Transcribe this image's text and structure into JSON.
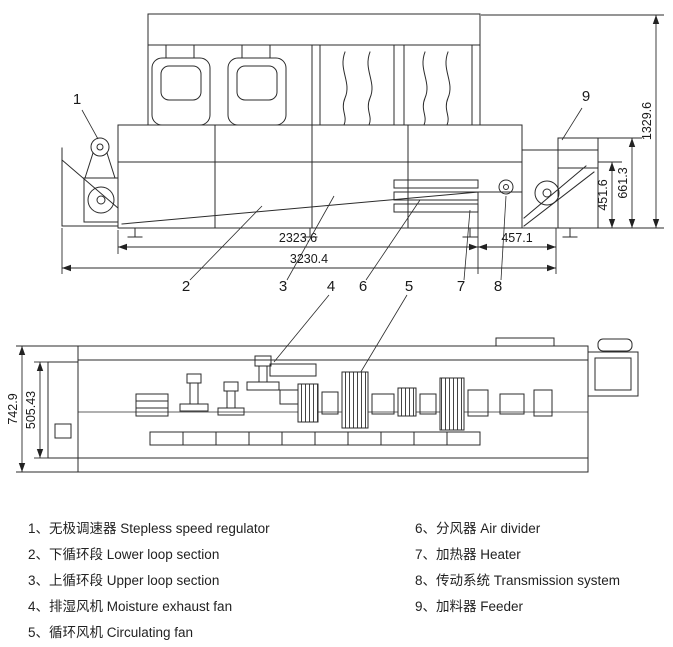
{
  "dimensions": {
    "inner_width": "2323.6",
    "total_width": "3230.4",
    "feeder_width": "457.1",
    "total_height": "1329.6",
    "mid_height": "661.3",
    "belt_height": "451.6",
    "plan_total_depth": "742.9",
    "plan_inner_depth": "505.43"
  },
  "callouts": {
    "c1": "1",
    "c2": "2",
    "c3": "3",
    "c4": "4",
    "c5": "5",
    "c6": "6",
    "c7": "7",
    "c8": "8",
    "c9": "9"
  },
  "legend": {
    "left": [
      "1、无极调速器 Stepless speed regulator",
      "2、下循环段 Lower loop section",
      "3、上循环段 Upper loop section",
      "4、排湿风机 Moisture exhaust fan",
      "5、循环风机 Circulating fan"
    ],
    "right": [
      "6、分风器 Air divider",
      "7、加热器 Heater",
      "8、传动系统 Transmission system",
      "9、加料器 Feeder"
    ]
  }
}
